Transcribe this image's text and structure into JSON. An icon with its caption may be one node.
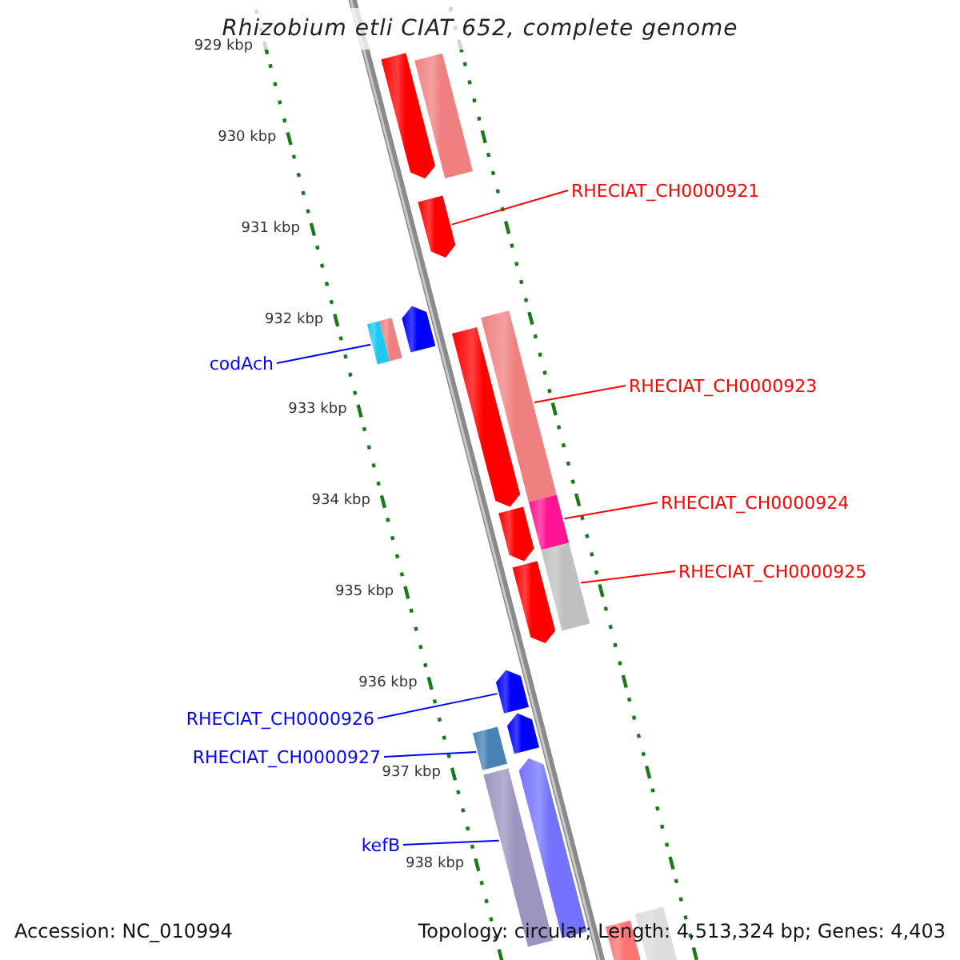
{
  "diagram": {
    "title": "Rhizobium etli CIAT 652, complete genome",
    "nodes": [
      {
        "text": [
          "RHECIAT_CH0000921"
        ]
      },
      {
        "text": [],
        "shape": "arrow"
      },
      {
        "text": [
          "codAch"
        ]
      },
      {
        "text": [],
        "shape": "bar"
      },
      {
        "text": [
          "RHECIAT_CH0000923"
        ]
      },
      {
        "text": [],
        "shape": "bar"
      },
      {
        "text": [
          "RHECIAT_CH0000924"
        ]
      },
      {
        "text": [],
        "shape": "bar"
      },
      {
        "text": [
          "RHECIAT_CH0000925"
        ]
      },
      {
        "text": [],
        "shape": "bar"
      },
      {
        "text": [
          "RHECIAT_CH0000926"
        ]
      },
      {
        "text": [],
        "shape": "arrow"
      },
      {
        "text": [
          "RHECIAT_CH0000927"
        ]
      },
      {
        "text": [],
        "shape": "bar"
      },
      {
        "text": [
          "kefB"
        ]
      },
      {
        "text": [],
        "shape": "bar"
      },
      {
        "text": [],
        "shape": "arrow"
      },
      {
        "text": [],
        "shape": "arrow"
      },
      {
        "text": [],
        "shape": "arrow"
      },
      {
        "text": [],
        "shape": "arrow"
      },
      {
        "text": [],
        "shape": "arrow"
      },
      {
        "text": [],
        "shape": "bar"
      },
      {
        "text": [],
        "shape": "bar"
      },
      {
        "text": [],
        "shape": "bar"
      },
      {
        "text": [],
        "shape": "arrow"
      },
      {
        "text": [],
        "shape": "arrow"
      },
      {
        "text": [],
        "shape": "arrow"
      }
    ],
    "edges": [
      {
        "from": 0,
        "to": 1,
        "arrow": "none",
        "color": "#ff0000"
      },
      {
        "from": 2,
        "to": 3,
        "arrow": "none",
        "color": "#0000ff"
      },
      {
        "from": 4,
        "to": 5,
        "arrow": "none",
        "color": "#ff0000"
      },
      {
        "from": 6,
        "to": 7,
        "arrow": "none",
        "color": "#ff0000"
      },
      {
        "from": 8,
        "to": 9,
        "arrow": "none",
        "color": "#ff0000"
      },
      {
        "from": 10,
        "to": 11,
        "arrow": "none",
        "color": "#0000ff"
      },
      {
        "from": 12,
        "to": 13,
        "arrow": "none",
        "color": "#0000ff"
      },
      {
        "from": 14,
        "to": 15,
        "arrow": "none",
        "color": "#0000ff"
      }
    ],
    "labels": [
      "929 kbp",
      "930 kbp",
      "931 kbp",
      "932 kbp",
      "933 kbp",
      "934 kbp",
      "935 kbp",
      "936 kbp",
      "937 kbp",
      "938 kbp",
      "Accession: NC_010994",
      "Topology: circular; Length: 4,513,324 bp; Genes: 4,403"
    ]
  }
}
